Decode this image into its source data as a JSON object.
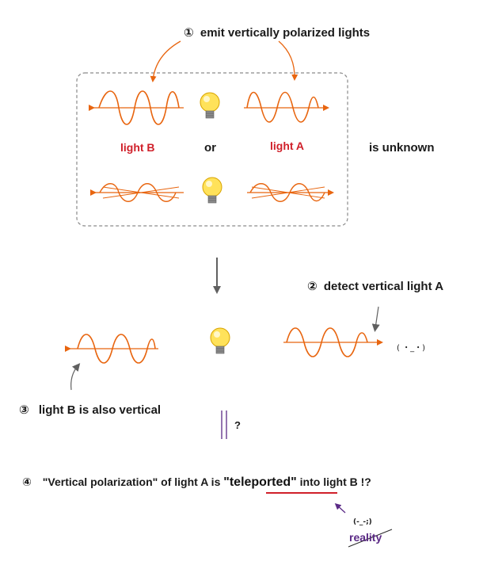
{
  "step1": {
    "marker": "①",
    "text": "emit  vertically  polarized  lights"
  },
  "box": {
    "label_b": "light B",
    "label_or": "or",
    "label_a": "light A",
    "status": "is  unknown"
  },
  "step2": {
    "marker": "②",
    "text": "detect  vertical  light  A"
  },
  "face1": "( ・_・)",
  "step3": {
    "marker": "③",
    "text": "light B  is also vertical"
  },
  "question": "?",
  "step4": {
    "marker": "④",
    "pre": "\"Vertical polarization\"  of light A  is ",
    "emph": "\"teleported\"",
    "post": "  into  light   B   !?"
  },
  "face2": "(-_-;)",
  "reality": "reality",
  "colors": {
    "wave": "#e8650f",
    "arrow": "#606060",
    "red": "#d0202a",
    "purple": "#5b2a86",
    "box": "#8a8a8a"
  }
}
